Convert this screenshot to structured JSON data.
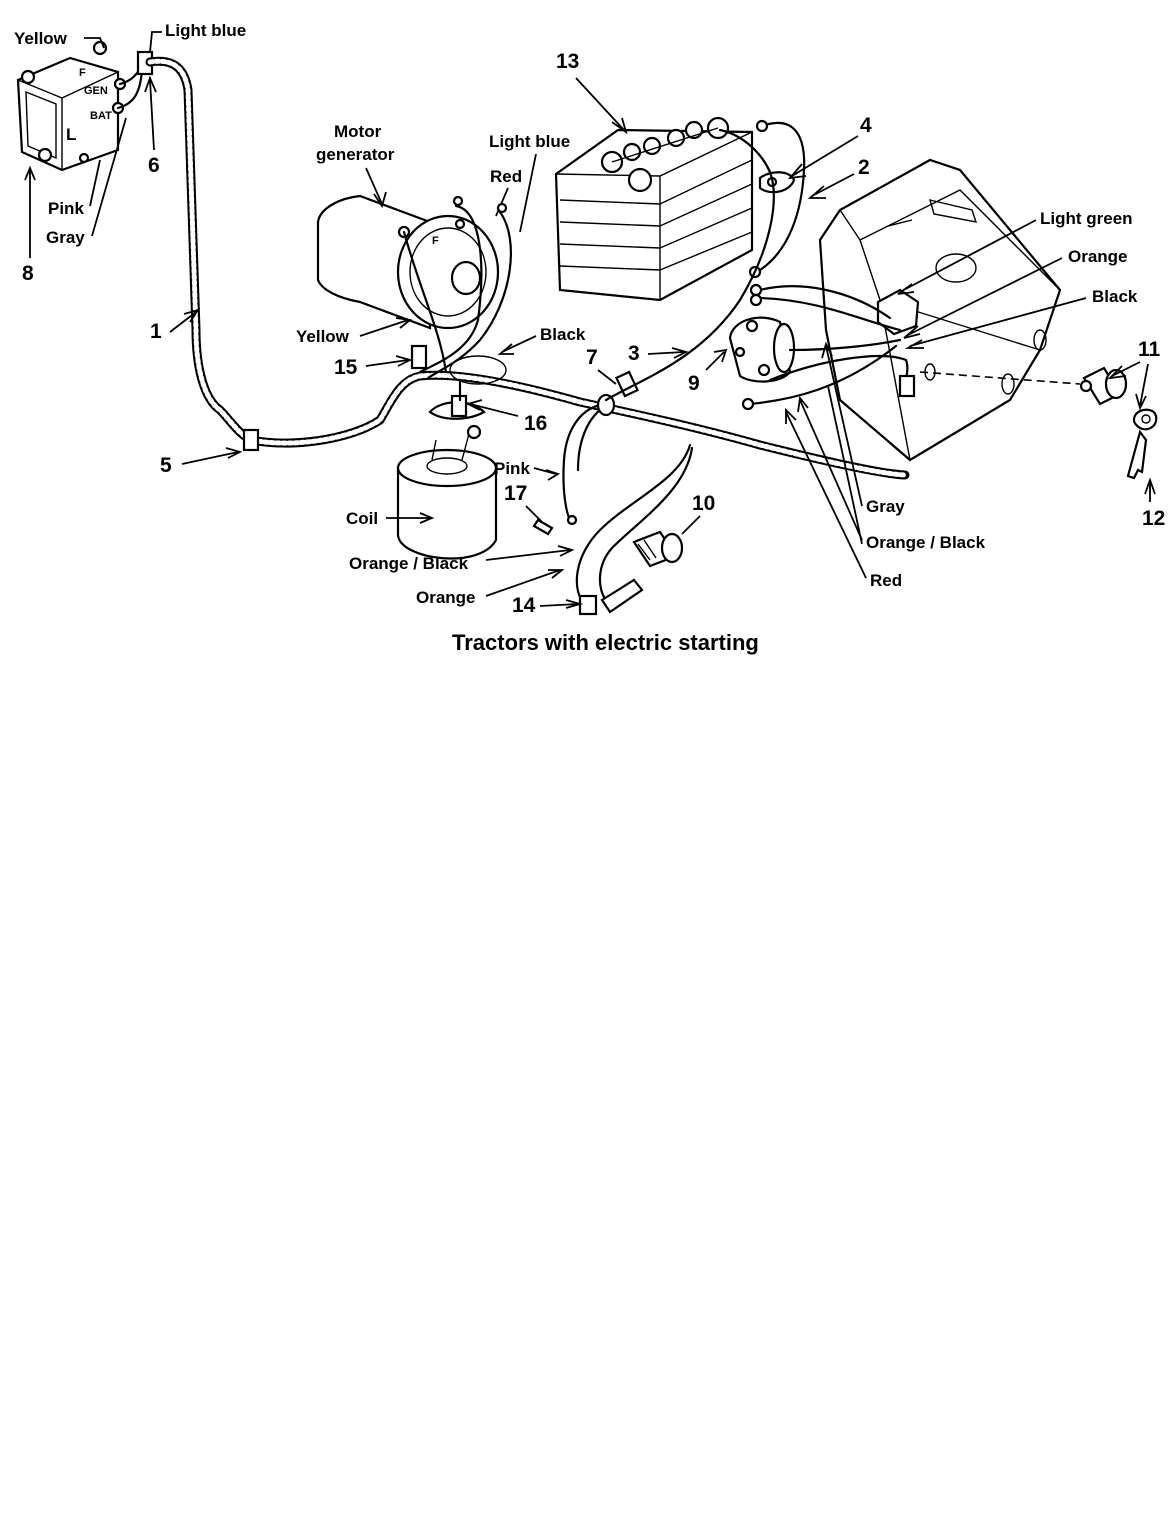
{
  "caption": "Tractors with electric starting",
  "regulator_terminals": {
    "f": "F",
    "gen": "GEN",
    "bat": "BAT",
    "l": "L"
  },
  "wire_labels": {
    "yellow_regulator": "Yellow",
    "light_blue_regulator": "Light blue",
    "pink_regulator": "Pink",
    "gray_regulator": "Gray",
    "motor_generator": "Motor generator",
    "light_blue_generator": "Light blue",
    "red_generator": "Red",
    "yellow_generator": "Yellow",
    "black_generator": "Black",
    "coil": "Coil",
    "pink_coil": "Pink",
    "orange_black_lower": "Orange / Black",
    "orange_lower": "Orange",
    "light_green": "Light green",
    "orange_switch": "Orange",
    "black_switch": "Black",
    "gray_switch": "Gray",
    "orange_black_switch": "Orange / Black",
    "red_switch": "Red"
  },
  "numbers": {
    "n1": "1",
    "n2": "2",
    "n3": "3",
    "n4": "4",
    "n5": "5",
    "n6": "6",
    "n7": "7",
    "n8": "8",
    "n9": "9",
    "n10": "10",
    "n11": "11",
    "n12": "12",
    "n13": "13",
    "n14": "14",
    "n15": "15",
    "n16": "16",
    "n17": "17"
  }
}
